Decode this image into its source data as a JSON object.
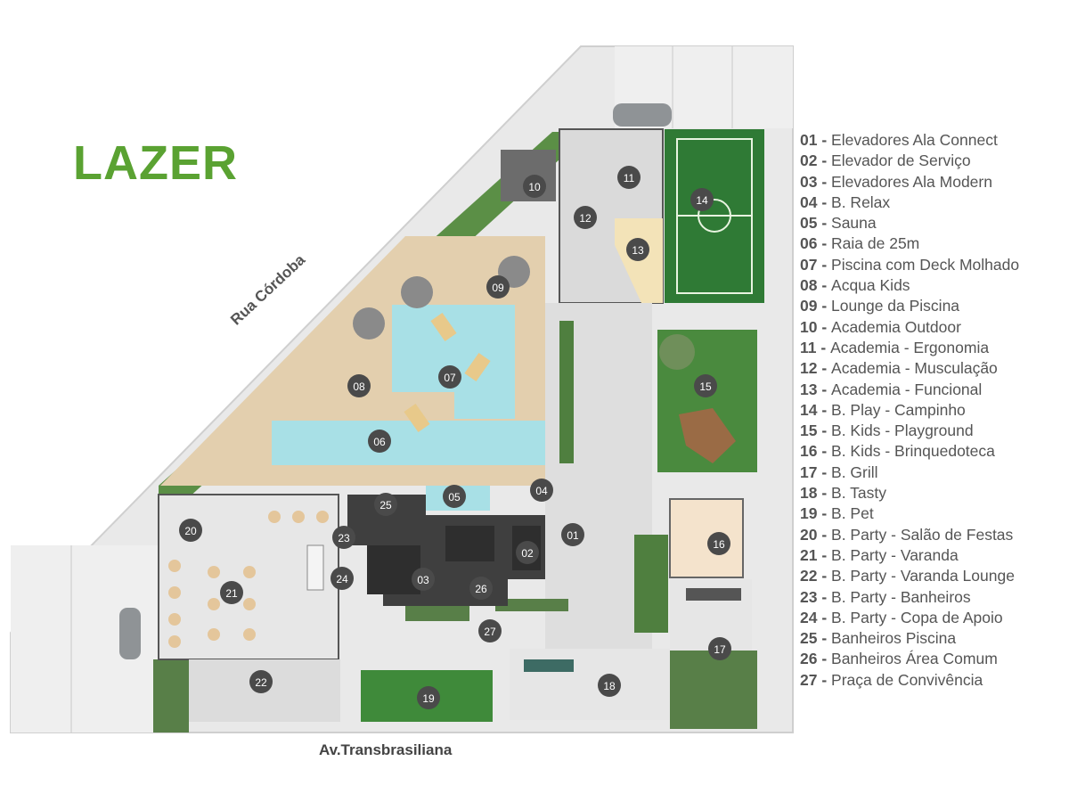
{
  "title": "LAZER",
  "streets": {
    "rua": "Rua Córdoba",
    "avenida": "Av.Transbrasiliana"
  },
  "legend": [
    {
      "num": "01",
      "label": "Elevadores Ala Connect"
    },
    {
      "num": "02",
      "label": "Elevador de Serviço"
    },
    {
      "num": "03",
      "label": "Elevadores Ala Modern"
    },
    {
      "num": "04",
      "label": "B. Relax"
    },
    {
      "num": "05",
      "label": "Sauna"
    },
    {
      "num": "06",
      "label": "Raia de 25m"
    },
    {
      "num": "07",
      "label": "Piscina com Deck Molhado"
    },
    {
      "num": "08",
      "label": "Acqua Kids"
    },
    {
      "num": "09",
      "label": "Lounge da Piscina"
    },
    {
      "num": "10",
      "label": "Academia Outdoor"
    },
    {
      "num": "11",
      "label": "Academia - Ergonomia"
    },
    {
      "num": "12",
      "label": "Academia - Musculação"
    },
    {
      "num": "13",
      "label": "Academia - Funcional"
    },
    {
      "num": "14",
      "label": "B. Play - Campinho"
    },
    {
      "num": "15",
      "label": "B. Kids - Playground"
    },
    {
      "num": "16",
      "label": "B. Kids - Brinquedoteca"
    },
    {
      "num": "17",
      "label": "B. Grill"
    },
    {
      "num": "18",
      "label": "B. Tasty"
    },
    {
      "num": "19",
      "label": "B. Pet"
    },
    {
      "num": "20",
      "label": "B. Party - Salão de Festas"
    },
    {
      "num": "21",
      "label": "B. Party - Varanda"
    },
    {
      "num": "22",
      "label": "B. Party - Varanda Lounge"
    },
    {
      "num": "23",
      "label": "B. Party - Banheiros"
    },
    {
      "num": "24",
      "label": "B. Party - Copa de Apoio"
    },
    {
      "num": "25",
      "label": "Banheiros Piscina"
    },
    {
      "num": "26",
      "label": "Banheiros Área Comum"
    },
    {
      "num": "27",
      "label": "Praça de Convivência"
    }
  ],
  "markers": [
    "01",
    "02",
    "03",
    "04",
    "05",
    "06",
    "07",
    "08",
    "09",
    "10",
    "11",
    "12",
    "13",
    "14",
    "15",
    "16",
    "17",
    "18",
    "19",
    "20",
    "21",
    "22",
    "23",
    "24",
    "25",
    "26",
    "27"
  ],
  "colors": {
    "title": "#5aa232",
    "marker": "#4a4a4a",
    "pool": "#a8e0e6",
    "grass": "#3f8a3a",
    "deck": "#e3cfae",
    "floor": "#e2e2e2"
  }
}
